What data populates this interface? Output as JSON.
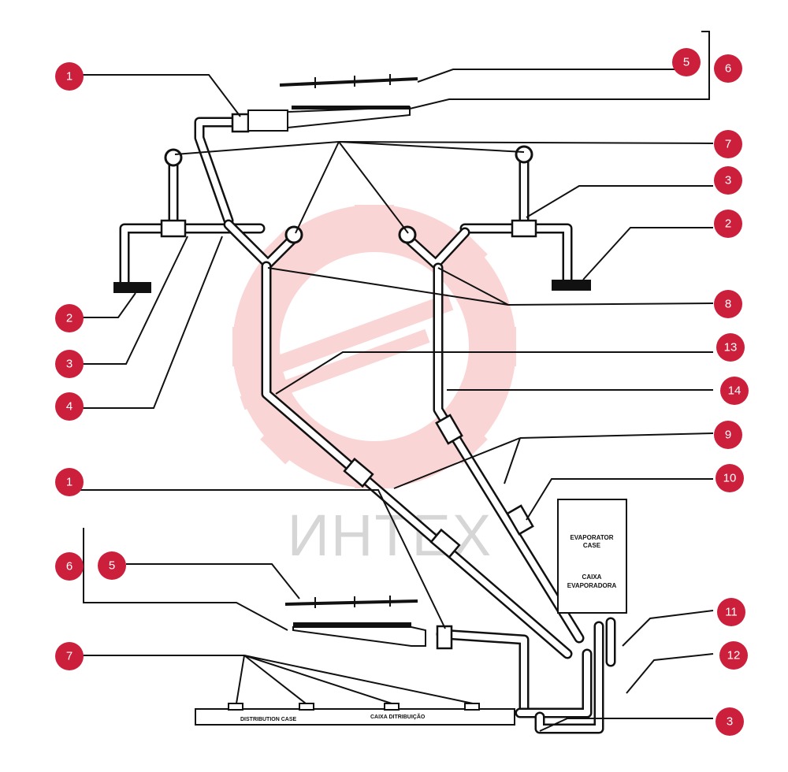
{
  "watermark": {
    "text": "ИНТЕХ",
    "logo_color": "#f7b3b3",
    "text_color": "#d6d6d6"
  },
  "callout_color": "#cc1f3b",
  "callouts": [
    {
      "label": "1"
    },
    {
      "label": "5"
    },
    {
      "label": "6"
    },
    {
      "label": "7"
    },
    {
      "label": "3"
    },
    {
      "label": "2"
    },
    {
      "label": "2"
    },
    {
      "label": "8"
    },
    {
      "label": "3"
    },
    {
      "label": "13"
    },
    {
      "label": "14"
    },
    {
      "label": "4"
    },
    {
      "label": "9"
    },
    {
      "label": "1"
    },
    {
      "label": "10"
    },
    {
      "label": "6"
    },
    {
      "label": "5"
    },
    {
      "label": "11"
    },
    {
      "label": "7"
    },
    {
      "label": "12"
    },
    {
      "label": "3"
    }
  ],
  "evaporator_case": {
    "line1": "EVAPORATOR",
    "line2": "CASE",
    "line3": "CAIXA",
    "line4": "EVAPORADORA"
  },
  "distribution_case": {
    "label_en": "DISTRIBUTION CASE",
    "label_pt": "CAIXA DITRIBUIÇÃO"
  }
}
